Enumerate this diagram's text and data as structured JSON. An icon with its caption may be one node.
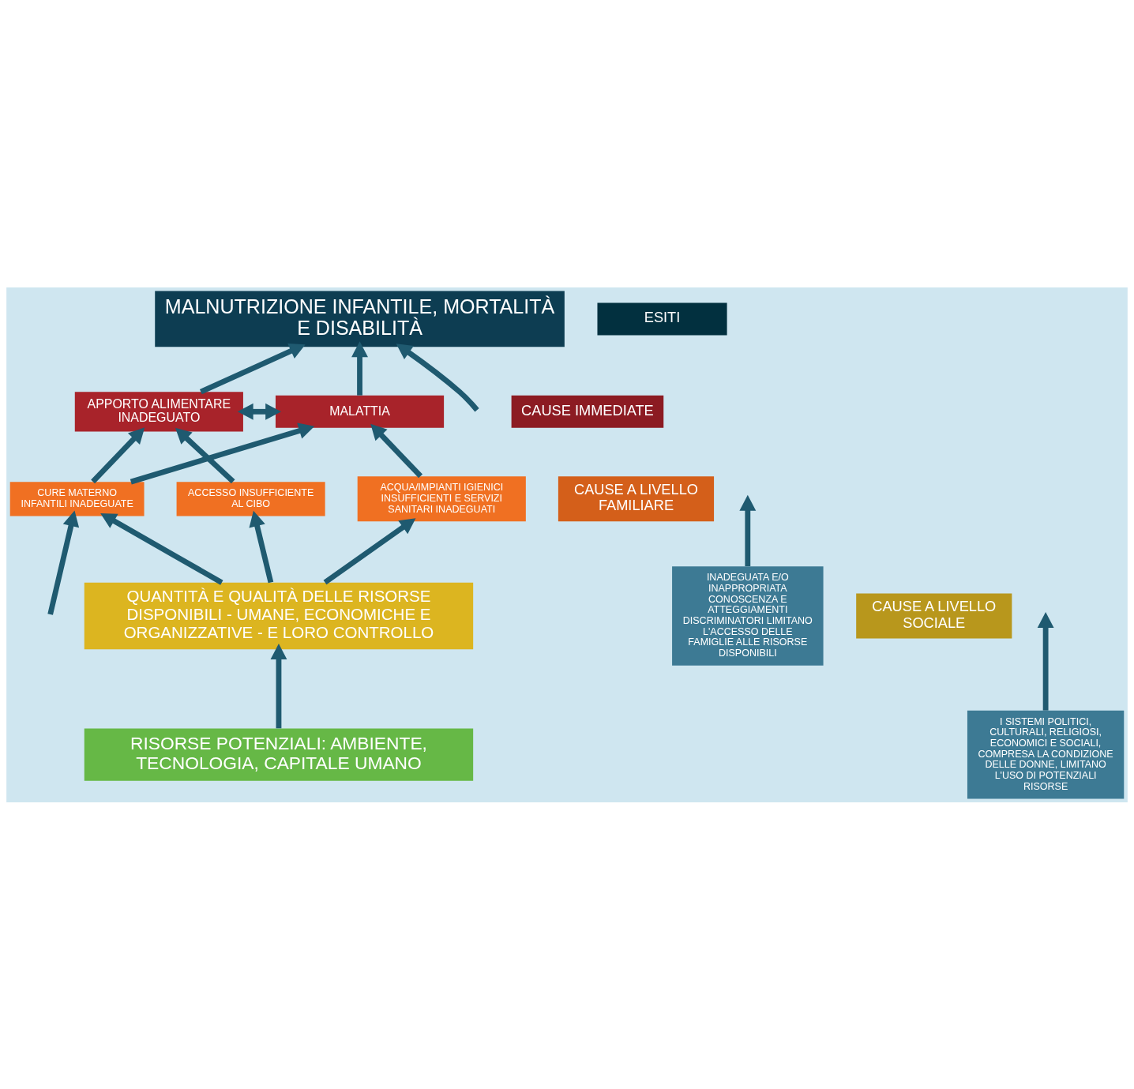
{
  "diagram": {
    "nodes": [
      {
        "text": [
          "MALNUTRIZIONE INFANTILE, MORTALITÀ E DISABILITÀ"
        ]
      },
      {
        "text": [
          "ESITI"
        ]
      },
      {
        "text": [
          "APPORTO ALIMENTARE INADEGUATO"
        ]
      },
      {
        "text": [
          "MALATTIA"
        ]
      },
      {
        "text": [
          "CAUSE IMMEDIATE"
        ]
      },
      {
        "text": [
          "ACCESSO INSUFFICIENTE AL CIBO"
        ]
      },
      {
        "text": [
          "CURE MATERNO INFANTILI INADEGUATE"
        ]
      },
      {
        "text": [
          "ACQUA/IMPIANTI IGIENICI INSUFFICIENTI E SERVIZI SANITARI INADEGUATI"
        ]
      },
      {
        "text": [
          "CAUSE A LIVELLO FAMILIARE"
        ]
      },
      {
        "text": [
          "INADEGUATA E/O INAPPROPRIATA CONOSCENZA E ATTEGGIAMENTI DISCRIMINATORI LIMITANO L'ACCESSO DELLE FAMIGLIE ALLE RISORSE DISPONIBILI"
        ]
      },
      {
        "text": [
          "QUANTITÀ E QUALITÀ DELLE RISORSE DISPONIBILI - UMANE, ECONOMICHE E ORGANIZZATIVE - E LORO CONTROLLO"
        ]
      },
      {
        "text": [
          "CAUSE A LIVELLO SOCIALE"
        ]
      },
      {
        "text": [
          "I SISTEMI POLITICI, CULTURALI, RELIGIOSI, ECONOMICI E SOCIALI, COMPRESA LA CONDIZIONE DELLE DONNE, LIMITANO L'USO DI POTENZIALI RISORSE"
        ]
      },
      {
        "text": [
          "RISORSE POTENZIALI: AMBIENTE, TECNOLOGIA, CAPITALE UMANO"
        ]
      }
    ],
    "edges": [
      {
        "from": 2,
        "to": 0,
        "arrow": "to"
      },
      {
        "from": 3,
        "to": 0,
        "arrow": "to"
      },
      {
        "from": null,
        "to": 0,
        "arrow": "to"
      },
      {
        "from": 2,
        "to": 3,
        "arrow": "both"
      },
      {
        "from": null,
        "to": 6,
        "arrow": "to"
      },
      {
        "from": 5,
        "to": 2,
        "arrow": "to"
      },
      {
        "from": 6,
        "to": 2,
        "arrow": "to"
      },
      {
        "from": 6,
        "to": 3,
        "arrow": "to"
      },
      {
        "from": 7,
        "to": 3,
        "arrow": "to"
      },
      {
        "from": 10,
        "to": 5,
        "arrow": "to"
      },
      {
        "from": 10,
        "to": 6,
        "arrow": "to"
      },
      {
        "from": 10,
        "to": 7,
        "arrow": "to"
      },
      {
        "from": 9,
        "to": null,
        "arrow": "to"
      },
      {
        "from": 12,
        "to": null,
        "arrow": "to"
      },
      {
        "from": 13,
        "to": 10,
        "arrow": "to"
      }
    ]
  }
}
